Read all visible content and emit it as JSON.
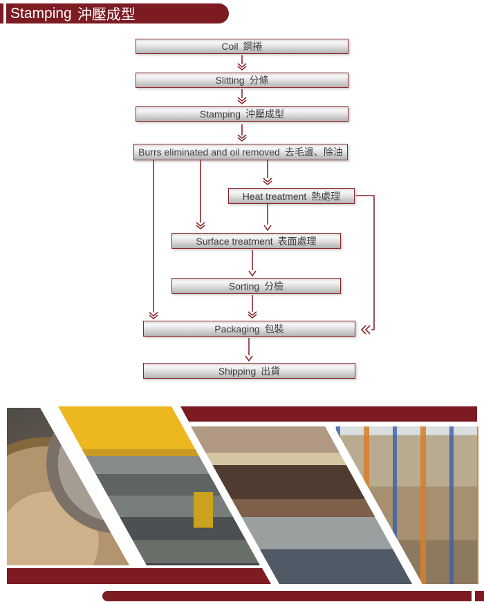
{
  "header": {
    "title_en": "Stamping",
    "title_zh": "沖壓成型"
  },
  "flowchart": {
    "steps": [
      {
        "id": "coil",
        "label_en": "Coil",
        "label_zh": "鋼捲"
      },
      {
        "id": "slitting",
        "label_en": "Slitting",
        "label_zh": "分條"
      },
      {
        "id": "stamping",
        "label_en": "Stamping",
        "label_zh": "沖壓成型"
      },
      {
        "id": "burrs",
        "label_en": "Burrs eliminated and oil removed",
        "label_zh": "去毛邊、除油"
      },
      {
        "id": "heat",
        "label_en": "Heat treatment",
        "label_zh": "熱處理"
      },
      {
        "id": "surface",
        "label_en": "Surface treatment",
        "label_zh": "表面處理"
      },
      {
        "id": "sorting",
        "label_en": "Sorting",
        "label_zh": "分檢"
      },
      {
        "id": "packaging",
        "label_en": "Packaging",
        "label_zh": "包裝"
      },
      {
        "id": "shipping",
        "label_en": "Shipping",
        "label_zh": "出貨"
      }
    ]
  },
  "photos": [
    {
      "name": "steel-coils-photo",
      "alt": "Steel coils"
    },
    {
      "name": "stamping-machine-photo",
      "alt": "Stamping press machine"
    },
    {
      "name": "heat-treatment-photo",
      "alt": "Heat treatment conveyor with parts"
    },
    {
      "name": "warehouse-photo",
      "alt": "Warehouse pallet racks"
    }
  ],
  "colors": {
    "maroon_bar": "#7d1b22",
    "line_stroke": "#8c262b",
    "box_text": "#3b3b3b",
    "box_gradient_top": "#f7f7f7",
    "box_gradient_bottom": "#b4b4b4"
  }
}
